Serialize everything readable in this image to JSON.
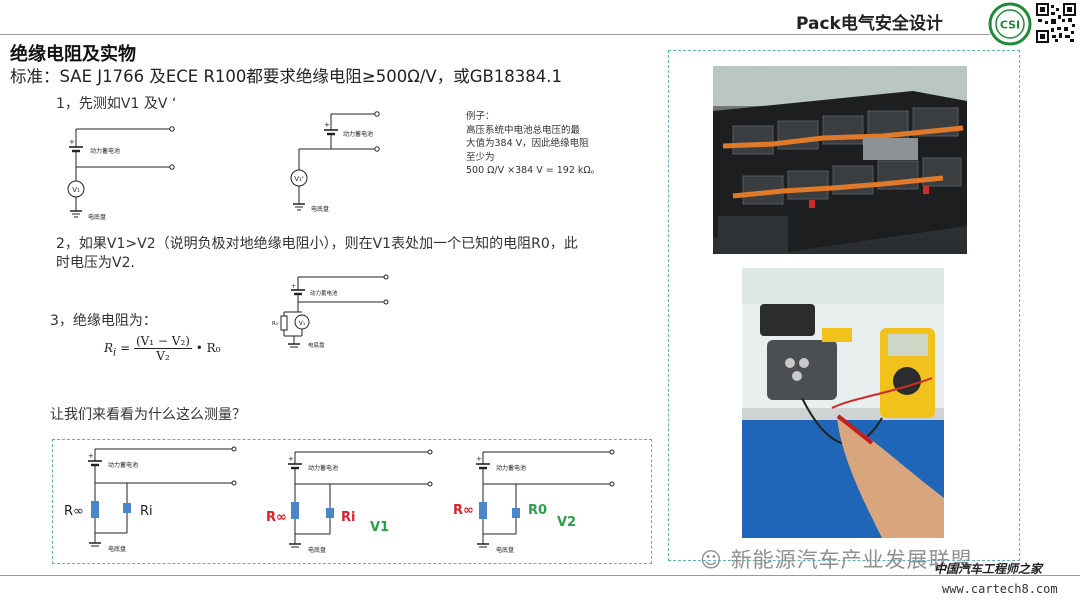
{
  "header": {
    "title": "Pack电气安全设计",
    "logo_text": "CSI"
  },
  "section": {
    "title": "绝缘电阻及实物",
    "standard": "标准：SAE J1766 及ECE R100都要求绝缘电阻≥500Ω/V，或GB18384.1"
  },
  "steps": {
    "step1": "1，先测如V1 及V ‘",
    "step2_line1": "2，如果V1>V2（说明负极对地绝缘电阻小），则在V1表处加一个已知的电阻R0，此",
    "step2_line2": "时电压为V2.",
    "step3": "3，绝缘电阻为：",
    "question": "让我们来看看为什么这么测量？"
  },
  "formula": {
    "lhs": "R",
    "lhs_sub": "i",
    "numerator": "(V₁ − V₂)",
    "denominator": "V₂",
    "tail": "• R₀"
  },
  "example": [
    "例子：",
    "高压系统中电池总电压的最",
    "大值为384 V，因此绝缘电阻",
    "至少为",
    "500 Ω/V ×384 V = 192 kΩ。"
  ],
  "circuit_labels": {
    "battery": "动力蓄电池",
    "chassis": "电底盘",
    "v1": "V₁",
    "v1_prime": "V₁'",
    "r0_small": "R₀"
  },
  "bottom_circuits": {
    "c1": {
      "r_inf": "R∞",
      "ri": "Ri"
    },
    "c2": {
      "r_inf": "R∞",
      "ri": "Ri",
      "v": "V1"
    },
    "c3": {
      "r_inf": "R∞",
      "r0": "R0",
      "v": "V2"
    }
  },
  "colors": {
    "red": "#e0202a",
    "green": "#2aa04a",
    "blue": "#4a86c8",
    "dash": "#5fb3b3",
    "logo": "#1f8a3a"
  },
  "watermark": "新能源汽车产业发展联盟",
  "footer": {
    "brand": "中国汽车工程师之家",
    "url": "www.cartech8.com"
  }
}
